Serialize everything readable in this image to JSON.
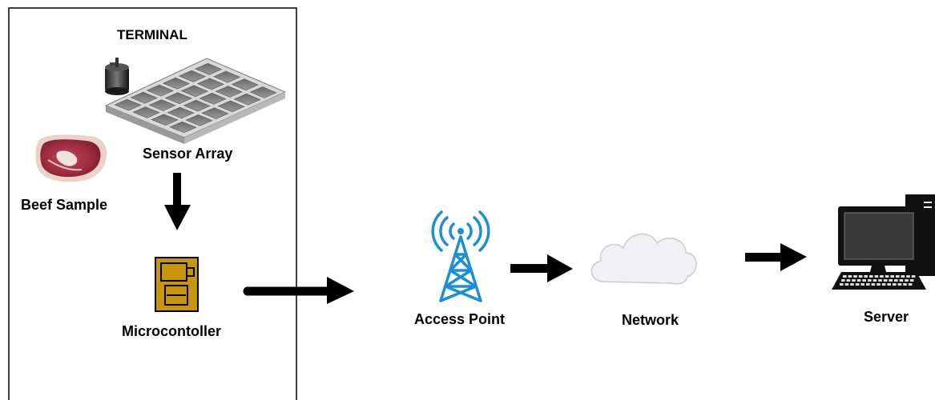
{
  "terminal": {
    "title": "TERMINAL"
  },
  "nodes": {
    "sensor_array": "Sensor Array",
    "beef_sample": "Beef Sample",
    "microcontroller": "Microcontoller",
    "access_point": "Access Point",
    "network": "Network",
    "server": "Server"
  },
  "colors": {
    "microcontroller_fill": "#c6960c",
    "antenna_blue": "#1a8fd6",
    "cloud_fill": "#f1f1f3",
    "arrow": "#000000"
  },
  "icons": {
    "sensor_array": "sensor-grid-icon",
    "motor": "motor-icon",
    "beef": "beef-steak-icon",
    "microcontroller": "chip-icon",
    "access_point": "antenna-tower-icon",
    "network": "cloud-icon",
    "server": "desktop-computer-icon"
  }
}
